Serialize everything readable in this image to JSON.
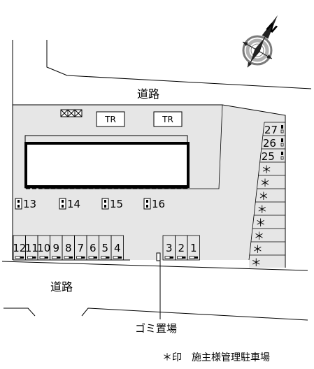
{
  "roads": {
    "top_label": "道路",
    "bottom_label": "道路"
  },
  "compass": {
    "north_label": "N"
  },
  "facilities": {
    "transformer_1": "TR",
    "transformer_2": "TR",
    "garbage_label": "ゴミ置場"
  },
  "parking": {
    "bottom_row_left": [
      "12",
      "11",
      "10",
      "9",
      "8",
      "7",
      "6",
      "5",
      "4"
    ],
    "bottom_row_right": [
      "3",
      "2",
      "1"
    ],
    "upper_row": [
      "13",
      "14",
      "15",
      "16"
    ],
    "right_column_numbered": [
      "27",
      "26",
      "25"
    ],
    "right_column_marked": [
      "＊",
      "＊",
      "＊",
      "＊",
      "＊",
      "＊",
      "＊",
      "＊"
    ]
  },
  "legend": {
    "text": "＊印　施主様管理駐車場"
  },
  "colors": {
    "lot_fill": "#e6e6e6",
    "line": "#000000",
    "background": "#ffffff"
  }
}
